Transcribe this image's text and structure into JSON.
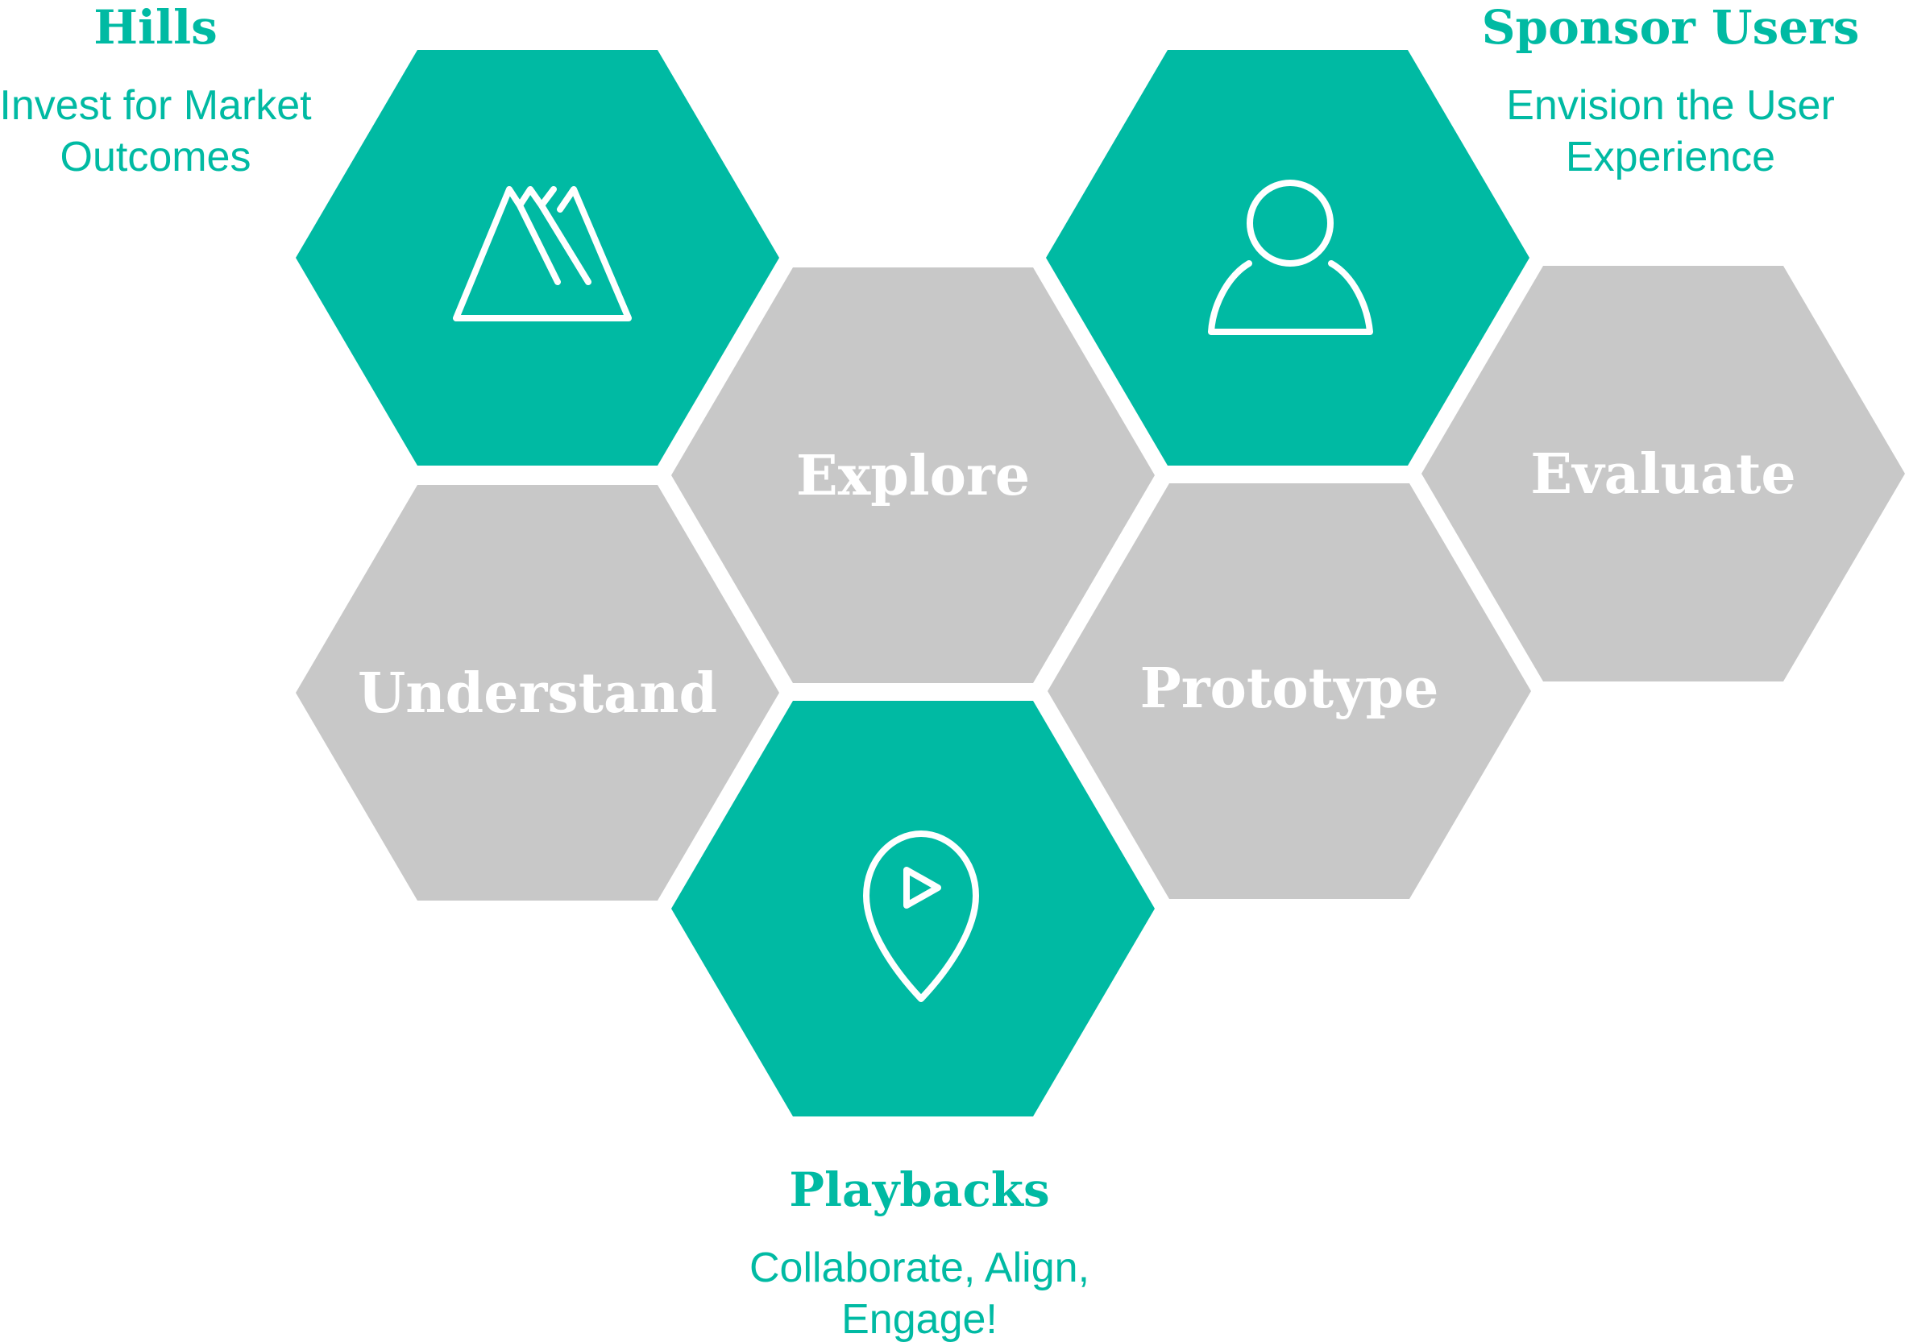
{
  "colors": {
    "teal": "#00BAA3",
    "gray": "#C8C8C8",
    "white": "#FFFFFF"
  },
  "hexagons": {
    "hills": {
      "icon": "mountain-icon"
    },
    "explore": {
      "label": "Explore"
    },
    "sponsor_users": {
      "icon": "user-icon"
    },
    "evaluate": {
      "label": "Evaluate"
    },
    "understand": {
      "label": "Understand"
    },
    "prototype": {
      "label": "Prototype"
    },
    "playbacks": {
      "icon": "map-pin-play-icon"
    }
  },
  "callouts": {
    "hills": {
      "title": "Hills",
      "line1": "Invest for Market",
      "line2": "Outcomes"
    },
    "sponsor_users": {
      "title": "Sponsor Users",
      "line1": "Envision the User",
      "line2": "Experience"
    },
    "playbacks": {
      "title": "Playbacks",
      "line1": "Collaborate, Align,",
      "line2": "Engage!"
    }
  }
}
